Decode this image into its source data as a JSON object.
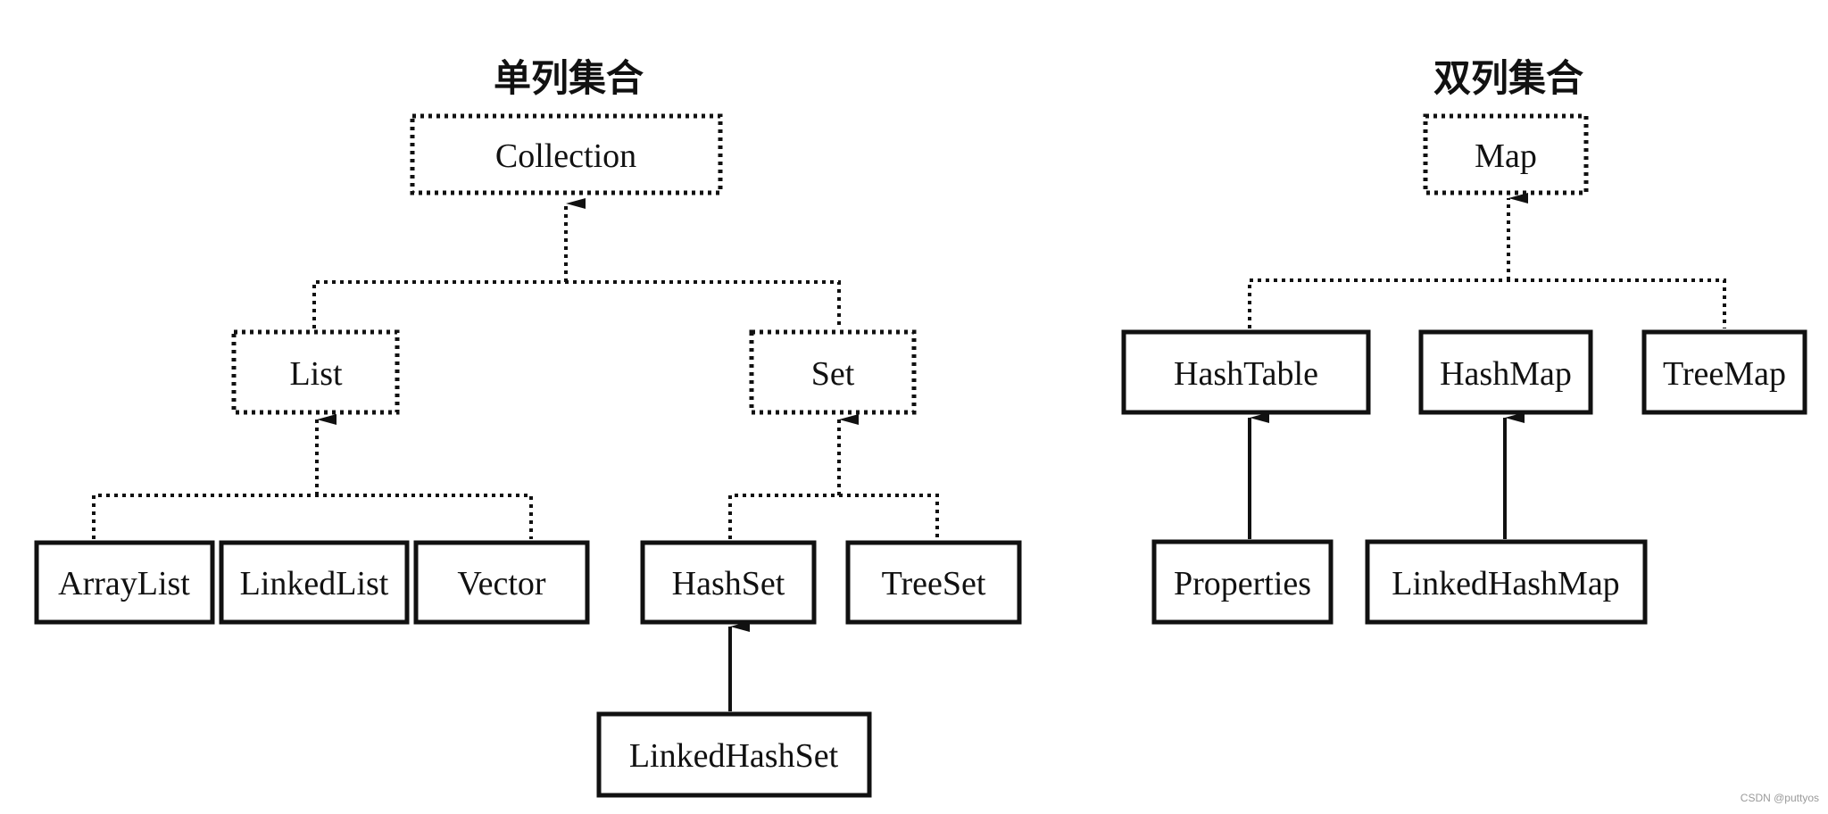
{
  "headings": {
    "single": "单列集合",
    "double": "双列集合"
  },
  "nodes": {
    "collection": "Collection",
    "list": "List",
    "set": "Set",
    "arraylist": "ArrayList",
    "linkedlist": "LinkedList",
    "vector": "Vector",
    "hashset": "HashSet",
    "treeset": "TreeSet",
    "linkedhashset": "LinkedHashSet",
    "map": "Map",
    "hashtable": "HashTable",
    "hashmap": "HashMap",
    "treemap": "TreeMap",
    "properties": "Properties",
    "linkedhashmap": "LinkedHashMap"
  },
  "node_kinds": {
    "interface_border": "dotted",
    "class_border": "solid"
  },
  "colors": {
    "ink": "#111111",
    "background": "#ffffff",
    "watermark": "#9a9a9a"
  },
  "watermark": "CSDN @puttyos"
}
